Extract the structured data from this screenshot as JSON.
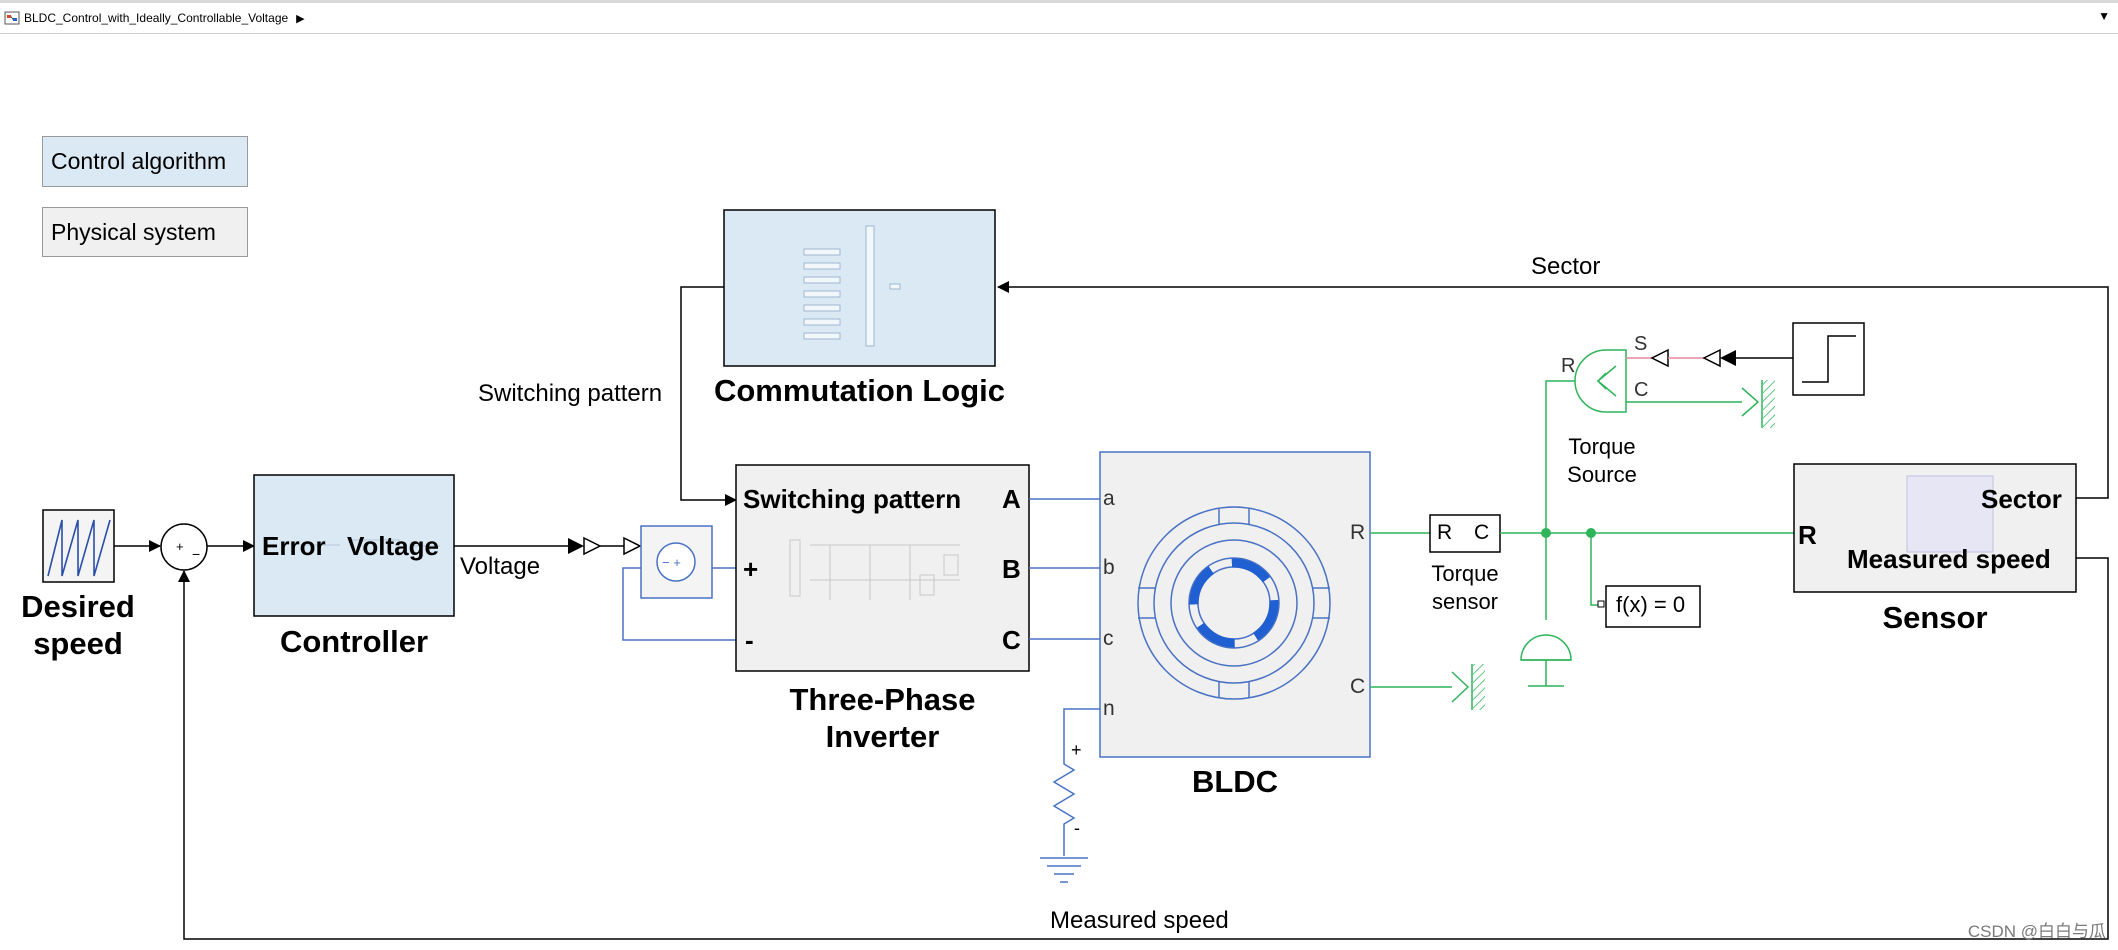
{
  "window": {
    "breadcrumb": "BLDC_Control_with_Ideally_Controllable_Voltage",
    "icons": {
      "model": "simulink-model-icon",
      "chevron": "chevron-right-icon",
      "dropdown": "chevron-down-icon"
    }
  },
  "legend": [
    {
      "label": "Control algorithm",
      "color": "#dbe9f5"
    },
    {
      "label": "Physical system",
      "color": "#f0f0f0"
    }
  ],
  "blocks": {
    "desired_speed": "Desired\nspeed",
    "controller": {
      "title": "Controller",
      "port_in": "Error",
      "port_out": "Voltage"
    },
    "commutation": {
      "title": "Commutation Logic"
    },
    "inverter": {
      "title": "Three-Phase\nInverter",
      "port_in": "Switching pattern",
      "plus": "+",
      "minus": "-",
      "out_a": "A",
      "out_b": "B",
      "out_c": "C"
    },
    "bldc": {
      "title": "BLDC",
      "a": "a",
      "b": "b",
      "c": "c",
      "n": "n",
      "r": "R",
      "cport": "C"
    },
    "torque_sensor": {
      "title": "Torque\nsensor",
      "r": "R",
      "c": "C"
    },
    "torque_source": {
      "title": "Torque\nSource",
      "r": "R",
      "s": "S",
      "c": "C"
    },
    "solver": {
      "label": "f(x) = 0"
    },
    "sensor": {
      "title": "Sensor",
      "r": "R",
      "sector": "Sector",
      "speed": "Measured speed"
    },
    "resistor": {
      "plus": "+",
      "minus": "-"
    }
  },
  "signals": {
    "sector": "Sector",
    "switching_pattern": "Switching pattern",
    "voltage": "Voltage",
    "measured_speed": "Measured speed"
  },
  "colors": {
    "control_fill": "#dbe9f5",
    "physical_fill": "#f0f0f0",
    "electrical": "#4a72c4",
    "mechanical": "#2fb45a",
    "signal": "#000000"
  },
  "watermark": "CSDN @白白与瓜"
}
